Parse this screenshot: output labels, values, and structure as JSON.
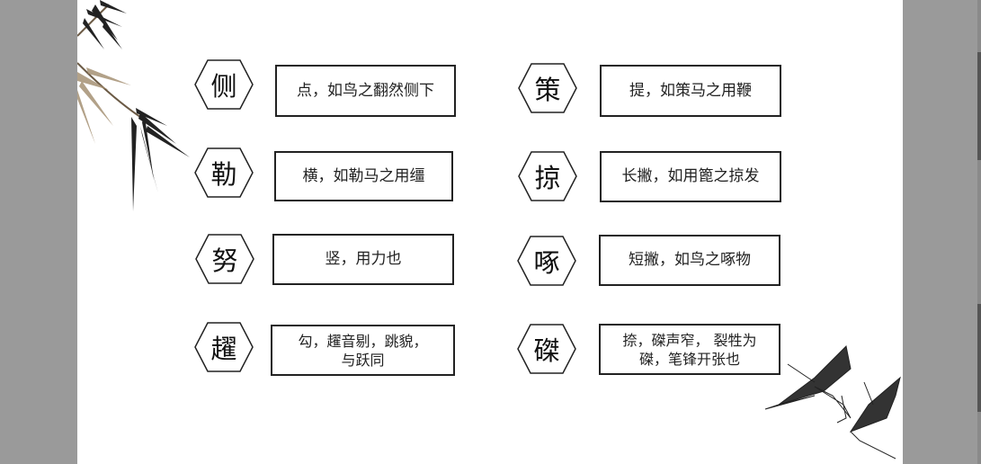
{
  "strokes": [
    {
      "char": "侧",
      "desc": "点，如鸟之翻然侧下"
    },
    {
      "char": "策",
      "desc": "提，如策马之用鞭"
    },
    {
      "char": "勒",
      "desc": "横，如勒马之用缰"
    },
    {
      "char": "掠",
      "desc": "长撇，如用篦之掠发"
    },
    {
      "char": "努",
      "desc": "竖，用力也"
    },
    {
      "char": "啄",
      "desc": "短撇，如鸟之啄物"
    },
    {
      "char": "趯",
      "desc": "勾，趯音剔，跳貌，\n与跃同"
    },
    {
      "char": "磔",
      "desc": "捺，磔声窄， 裂牲为\n磔，笔锋开张也"
    }
  ],
  "colors": {
    "background": "#9a9a9a",
    "slide": "#ffffff",
    "ink": "#111111"
  },
  "icons": [
    "bamboo-decoration",
    "cranes-decoration"
  ]
}
